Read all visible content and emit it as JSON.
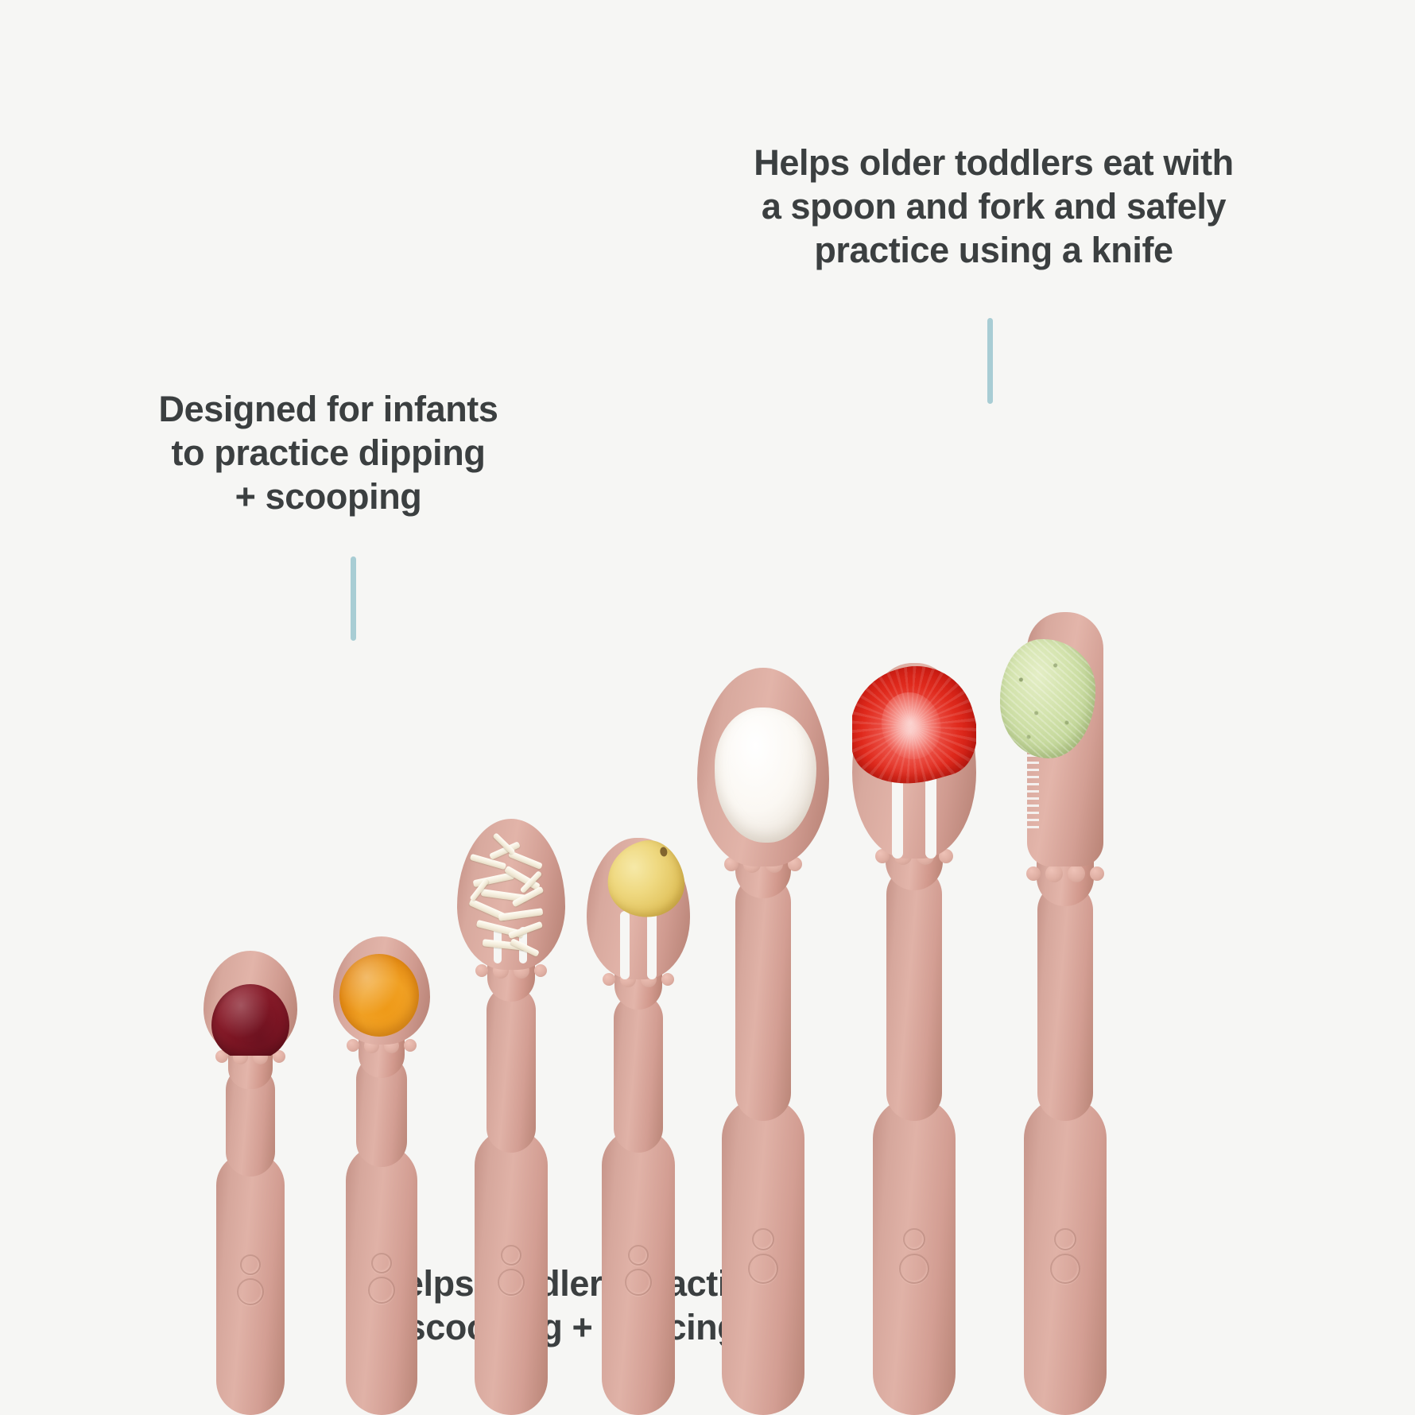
{
  "page": {
    "background_color": "#f6f6f4",
    "product_color": "#d8a79b",
    "accent_color": "#a8cdd4",
    "text_color": "#3b3f40"
  },
  "captions": {
    "top": "Helps older toddlers eat with\na spoon and fork and safely\npractice using a knife",
    "left": "Designed for infants\nto practice dipping\n+ scooping",
    "bottom": "Helps toddlers practice\nscooping + piercing"
  },
  "connectors": [
    {
      "name": "connector-top",
      "color": "#a8cdd4"
    },
    {
      "name": "connector-left",
      "color": "#a8cdd4"
    },
    {
      "name": "connector-bottom",
      "color": "#a8cdd4"
    }
  ],
  "utensils": [
    {
      "id": 1,
      "type": "tiny-spoon",
      "label": "Tiny Spoon",
      "food": "red berry puree",
      "food_color": "#7d1624"
    },
    {
      "id": 2,
      "type": "tiny-spoon",
      "label": "Tiny Spoon",
      "food": "orange squash puree",
      "food_color": "#ef9a18"
    },
    {
      "id": 3,
      "type": "slotted-spoon",
      "label": "Mini Spoon",
      "food": "shredded cheese",
      "food_color": "#f4eddc"
    },
    {
      "id": 4,
      "type": "fork",
      "label": "Mini Fork",
      "food": "pasta shell",
      "food_color": "#efd981"
    },
    {
      "id": 5,
      "type": "spoon",
      "label": "Toddler Spoon",
      "food": "yogurt",
      "food_color": "#fbf8f3"
    },
    {
      "id": 6,
      "type": "fork",
      "label": "Toddler Fork",
      "food": "strawberry slice",
      "food_color": "#e02a1d"
    },
    {
      "id": 7,
      "type": "knife",
      "label": "Toddler Knife",
      "food": "avocado spread",
      "food_color": "#c3d79a"
    }
  ],
  "branding": {
    "emboss_logo": "ezpz-logo-emboss"
  }
}
